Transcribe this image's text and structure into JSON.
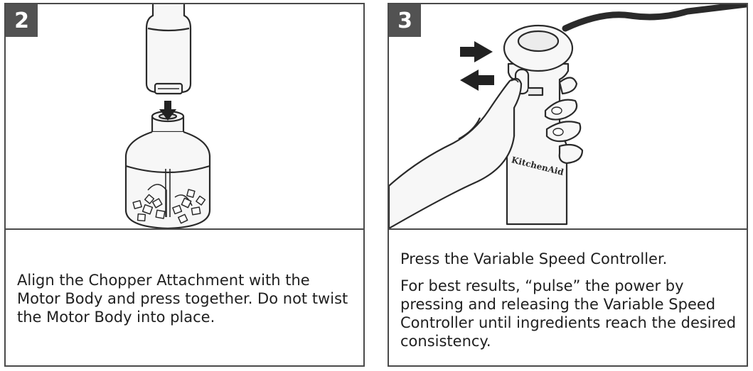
{
  "steps": [
    {
      "number": "2",
      "text": "Align the Chopper Attachment with the Motor Body and press together. Do not twist the Motor Body into place."
    },
    {
      "number": "3",
      "text_1": "Press the Variable Speed Controller.",
      "text_2": "For best results, “pulse” the power by pressing and releasing the Variable Speed Controller until ingredients reach the desired consistency.",
      "brand_label": "KitchenAid"
    }
  ],
  "colors": {
    "badge": "#525252",
    "border": "#4a4a4a",
    "arrow": "#222222",
    "appliance_fill": "#f7f7f7"
  }
}
